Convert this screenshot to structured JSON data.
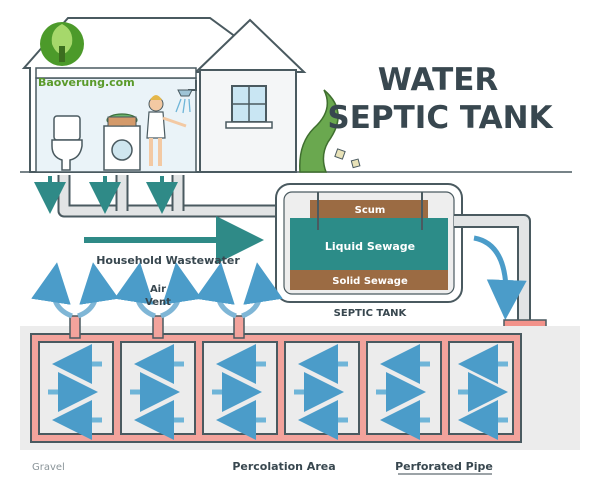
{
  "title": {
    "line1": "WATER",
    "line2": "SEPTIC TANK"
  },
  "logo": {
    "text": "Baoverung.com"
  },
  "tank": {
    "layers": [
      "Scum",
      "Liquid Sewage",
      "Solid Sewage"
    ],
    "caption": "SEPTIC TANK"
  },
  "labels": {
    "household": "Household Wastewater",
    "air_vent_line1": "Air",
    "air_vent_line2": "Vent",
    "gravel": "Gravel",
    "percolation": "Percolation Area",
    "perforated": "Perforated Pipe"
  },
  "colors": {
    "pipe": "#d9d9d9",
    "teal": "#2f8a87",
    "soil": "#9b6b43",
    "field_pipe": "#f3a39c",
    "arrow": "#4b9cc9",
    "sewage": "#2c8c88"
  },
  "icons": [
    "logo-tree-icon",
    "toilet-icon",
    "washing-machine-icon",
    "shower-icon",
    "person-icon",
    "plant-icon"
  ]
}
